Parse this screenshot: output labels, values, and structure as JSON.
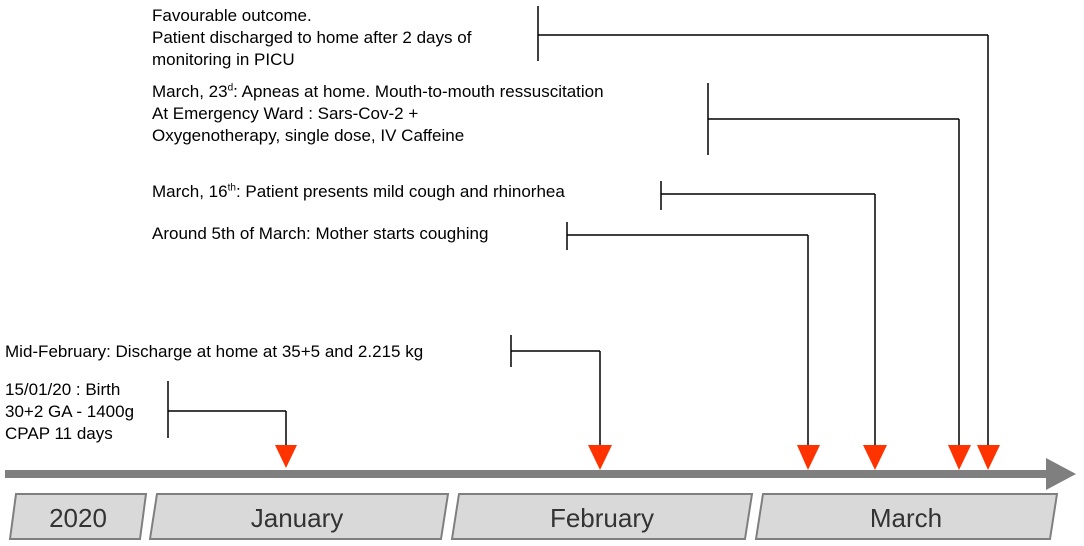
{
  "colors": {
    "axis": "#7f7f7f",
    "arrow_head": "#ff3300",
    "connector": "#000000",
    "month_fill": "#d9d9d9",
    "month_stroke": "#7f7f7f"
  },
  "months": [
    {
      "label": "2020"
    },
    {
      "label": "January"
    },
    {
      "label": "February"
    },
    {
      "label": "March"
    }
  ],
  "events": {
    "outcome": {
      "line1": "Favourable outcome.",
      "line2": "Patient discharged to home after 2 days of",
      "line3": "monitoring in PICU"
    },
    "apneas": {
      "l1_pre": "March, 23",
      "l1_sup": "d",
      "l1_post": ": Apneas at home. Mouth-to-mouth ressuscitation",
      "line2": "At Emergency Ward : Sars-Cov-2 +",
      "line3": "Oxygenotherapy, single dose, IV Caffeine"
    },
    "cough": {
      "pre": "March, 16",
      "sup": "th",
      "post": ": Patient presents mild cough and rhinorhea"
    },
    "mother": {
      "text": "Around 5th of March: Mother starts coughing"
    },
    "discharge": {
      "text": "Mid-February: Discharge at home at 35+5 and 2.215 kg"
    },
    "birth": {
      "line1": "15/01/20 : Birth",
      "line2": "30+2 GA - 1400g",
      "line3": "CPAP 11 days"
    }
  }
}
